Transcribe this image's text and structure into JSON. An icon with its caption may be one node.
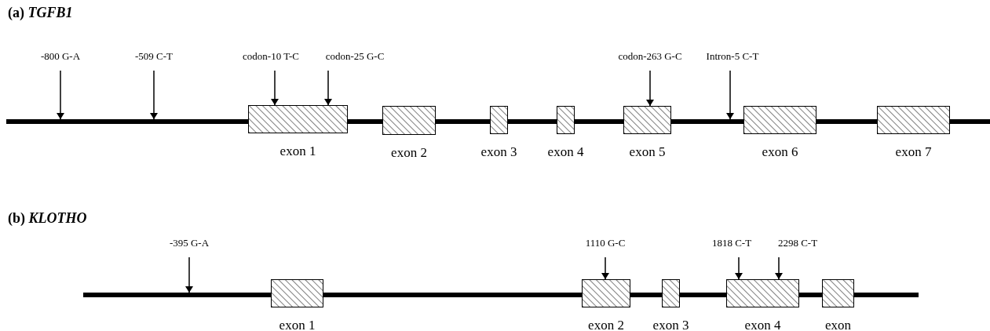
{
  "diagram": {
    "nodes": [
      {
        "text": [
          "-800 G-A"
        ]
      },
      {
        "text": [
          "-509 C-T"
        ]
      },
      {
        "text": [
          "codon-10 T-C"
        ]
      },
      {
        "text": [
          "codon-25 G-C"
        ]
      },
      {
        "text": [
          "codon-263 G-C"
        ]
      },
      {
        "text": [
          "Intron-5 C-T"
        ]
      },
      {
        "text": [],
        "shape": "bar"
      },
      {
        "text": [
          "exon 1"
        ]
      },
      {
        "text": [
          "exon 2"
        ]
      },
      {
        "text": [
          "exon 3"
        ]
      },
      {
        "text": [
          "exon 4"
        ]
      },
      {
        "text": [
          "exon 5"
        ]
      },
      {
        "text": [
          "exon 6"
        ]
      },
      {
        "text": [
          "exon 7"
        ]
      },
      {
        "text": [
          "-395 G-A"
        ]
      },
      {
        "text": [
          "1110 G-C"
        ]
      },
      {
        "text": [
          "1818 C-T"
        ]
      },
      {
        "text": [
          "2298 C-T"
        ]
      },
      {
        "text": [],
        "shape": "bar"
      },
      {
        "text": [
          "exon 1"
        ]
      },
      {
        "text": [
          "exon 2"
        ]
      },
      {
        "text": [
          "exon 3"
        ]
      },
      {
        "text": [
          "exon 4"
        ]
      },
      {
        "text": [
          "exon"
        ]
      }
    ],
    "edges": [
      {
        "from": 0,
        "to": 6,
        "arrow": "to"
      },
      {
        "from": 1,
        "to": 6,
        "arrow": "to"
      },
      {
        "from": 2,
        "to": 7,
        "arrow": "to"
      },
      {
        "from": 3,
        "to": 7,
        "arrow": "to"
      },
      {
        "from": 4,
        "to": 11,
        "arrow": "to"
      },
      {
        "from": 5,
        "to": 6,
        "arrow": "to"
      },
      {
        "from": 14,
        "to": 18,
        "arrow": "to"
      },
      {
        "from": 15,
        "to": 20,
        "arrow": "to"
      },
      {
        "from": 16,
        "to": 22,
        "arrow": "to"
      },
      {
        "from": 17,
        "to": 22,
        "arrow": "to"
      }
    ],
    "labels": [
      "(a) *TGFB1*",
      "(b) *KLOTHO*"
    ]
  }
}
